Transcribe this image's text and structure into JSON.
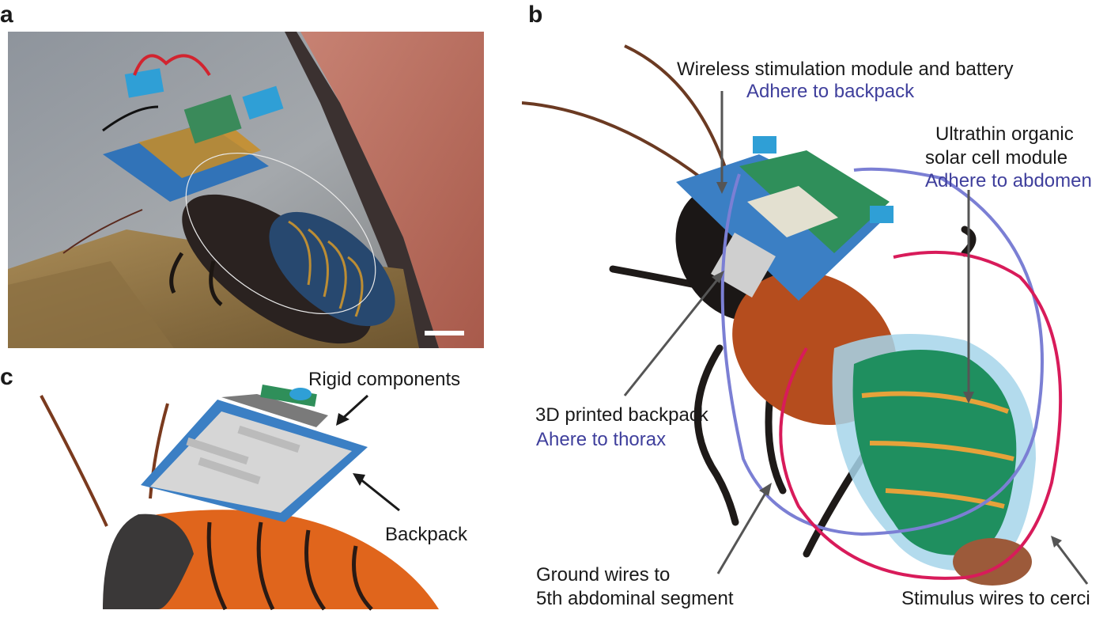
{
  "panels": {
    "a": "a",
    "b": "b",
    "c": "c"
  },
  "panel_b": {
    "wireless_module": "Wireless stimulation module and battery",
    "adhere_backpack": "Adhere to backpack",
    "solar_line1": "Ultrathin organic",
    "solar_line2": "solar cell module",
    "adhere_abdomen": "Adhere to abdomen",
    "backpack_3d": "3D printed backpack",
    "adhere_thorax": "Ahere to thorax",
    "ground_line1": "Ground wires to",
    "ground_line2": "5th abdominal segment",
    "stimulus": "Stimulus wires to cerci"
  },
  "panel_c": {
    "rigid": "Rigid components",
    "backpack": "Backpack"
  },
  "colors": {
    "label_blue": "#3f3f9c",
    "ground_wire": "#7b7fd4",
    "stimulus_wire": "#d81b5a",
    "pcb_blue": "#3b7fc4",
    "body_orange": "#e0651c"
  }
}
